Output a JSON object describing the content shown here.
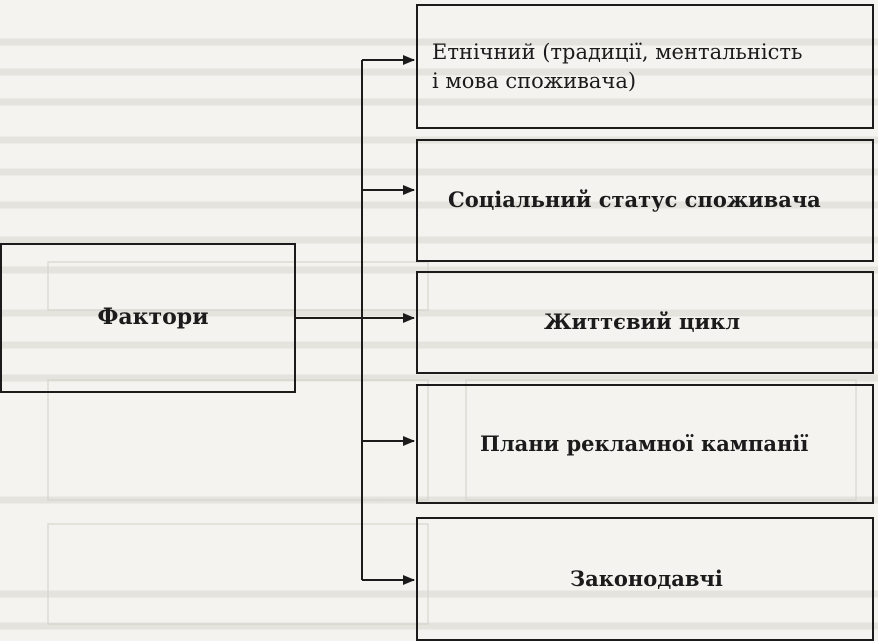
{
  "diagram": {
    "source": {
      "label": "Фактори"
    },
    "targets": [
      {
        "label_line1": "Етнічний (традиції, ментальність",
        "label_line2": "і мова споживача)"
      },
      {
        "label": "Соціальний статус споживача"
      },
      {
        "label": "Життєвий цикл"
      },
      {
        "label": "Плани рекламної кампанії"
      },
      {
        "label": "Законодавчі"
      }
    ]
  },
  "colors": {
    "ink": "#1b1b1b",
    "paper": "#f4f3ef",
    "bleed": "#bdbab2"
  }
}
